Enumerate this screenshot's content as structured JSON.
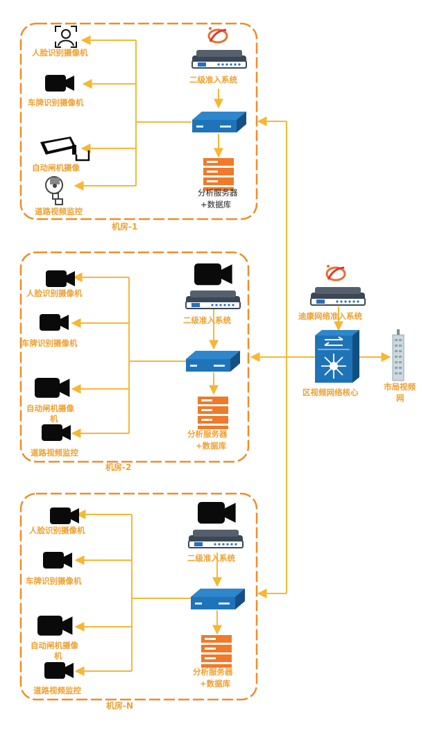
{
  "colors": {
    "accent": "#f0a030",
    "connector": "#f7b733",
    "room_border": "#f08c28",
    "device_blue": "#1f74b8",
    "server_orange": "#f07a2a",
    "text_dark": "#222222"
  },
  "rooms": [
    {
      "name": "机房-1",
      "cameras": [
        "人脸识别摄像机",
        "车牌识别摄像机",
        "自动闸机摄像",
        "道路视频监控"
      ],
      "access_label": "二级准入系统",
      "server_label_line1": "分析服务器",
      "server_label_line2": "+数据库"
    },
    {
      "name": "机房-2",
      "cameras": [
        "人脸识别摄像机",
        "车牌识别摄像机",
        "自动闸机摄像",
        "机",
        "道路视频监控"
      ],
      "access_label": "二级准入系统",
      "server_label_line1": "分析服务器",
      "server_label_line2": "+数据库"
    },
    {
      "name": "机房-N",
      "cameras": [
        "人脸识别摄像机",
        "车牌识别摄像机",
        "自动闸机摄像",
        "机",
        "道路视频监控"
      ],
      "access_label": "二级准入系统",
      "server_label_line1": "分析服务器",
      "server_label_line2": "+数据库"
    }
  ],
  "core": {
    "gateway_label": "迪康网络准入系统",
    "core_label": "区视频网络核心",
    "city_label_line1": "市局视频",
    "city_label_line2": "网"
  },
  "icons": [
    "face-camera-icon",
    "video-camera-icon",
    "gate-camera-icon",
    "dome-camera-icon",
    "logo-icon",
    "access-device-icon",
    "switch-icon",
    "server-icon",
    "core-switch-icon",
    "building-icon"
  ]
}
